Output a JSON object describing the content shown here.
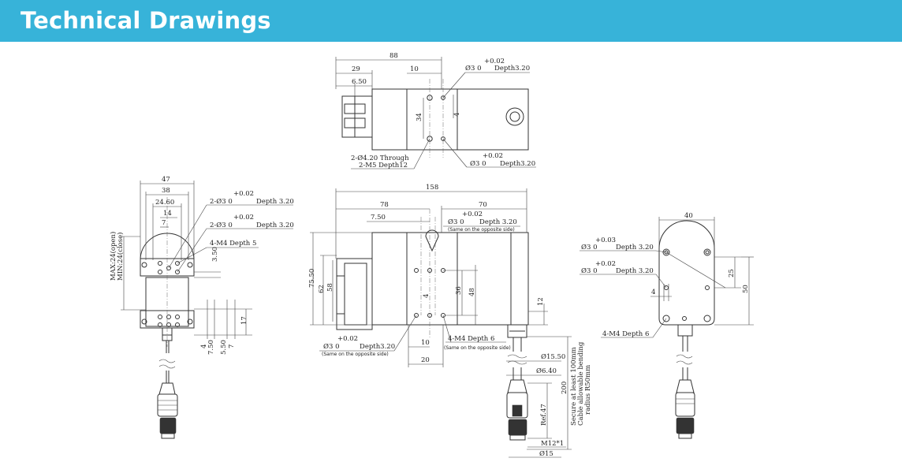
{
  "header": {
    "title": "Technical Drawings"
  },
  "colors": {
    "banner": "#37b3d9",
    "line": "#333333"
  },
  "top_view": {
    "dim_88": "88",
    "dim_29": "29",
    "dim_6_50": "6.50",
    "dim_10": "10",
    "dim_34": "34",
    "dim_4": "4",
    "hole_tol": "+0.02",
    "hole_dia": "Ø3  0",
    "hole_depth": "Depth3.20",
    "through_1": "2-Ø4.20 Through",
    "through_2": "2-M5 Depth12",
    "hole2_tol": "+0.02",
    "hole2_dia": "Ø3  0",
    "hole2_depth": "Depth3.20"
  },
  "left_view": {
    "dim_47": "47",
    "dim_38": "38",
    "dim_24_60": "24.60",
    "dim_14": "14",
    "dim_7": "7",
    "h1_tol": "+0.02",
    "h1_dia": "2-Ø3  0",
    "h1_depth": "Depth 3.20",
    "h2_tol": "+0.02",
    "h2_dia": "2-Ø3  0",
    "h2_depth": "Depth 3.20",
    "m4": "4-M4 Depth 5",
    "dim_3_50": "3.50",
    "max_open": "MAX:24(open)",
    "min_close": "MIN:24(close)",
    "dim_17": "17",
    "dim_4": "4",
    "dim_7_50": "7.50",
    "dim_5_50": "5.50",
    "dim_7b": "7"
  },
  "front_view": {
    "dim_158": "158",
    "dim_78": "78",
    "dim_70": "70",
    "dim_7_50": "7.50",
    "h_tol": "+0.02",
    "h_dia": "Ø3  0",
    "h_depth": "Depth 3.20",
    "h_note": "(Same on the opposite side)",
    "dim_75_50": "75.50",
    "dim_62": "62",
    "dim_58": "58",
    "dim_36": "36",
    "dim_48": "48",
    "dim_4": "4",
    "dim_12": "12",
    "b_tol": "+0.02",
    "b_dia": "Ø3  0",
    "b_depth": "Depth3.20",
    "b_note": "(Same on the opposite side)",
    "dim_10": "10",
    "m4": "4-M4 Depth 6",
    "m4_note": "(Same on the opposite side)",
    "dim_20": "20",
    "dim_15_50": "Ø15.50",
    "dim_6_40": "Ø6.40",
    "dim_200": "200",
    "ref_47": "Ref.47",
    "m12": "M12*1",
    "dim_15": "Ø15",
    "cable_1": "Secure at least 100mm",
    "cable_2": "Cable allowable bending",
    "cable_3": "radius R50mm"
  },
  "right_view": {
    "dim_40": "40",
    "h1_tol": "+0.03",
    "h1_dia": "Ø3  0",
    "h1_depth": "Depth 3.20",
    "h2_tol": "+0.02",
    "h2_dia": "Ø3  0",
    "h2_depth": "Depth 3.20",
    "dim_4": "4",
    "dim_25": "25",
    "dim_50": "50",
    "m4": "4-M4 Depth 6"
  }
}
